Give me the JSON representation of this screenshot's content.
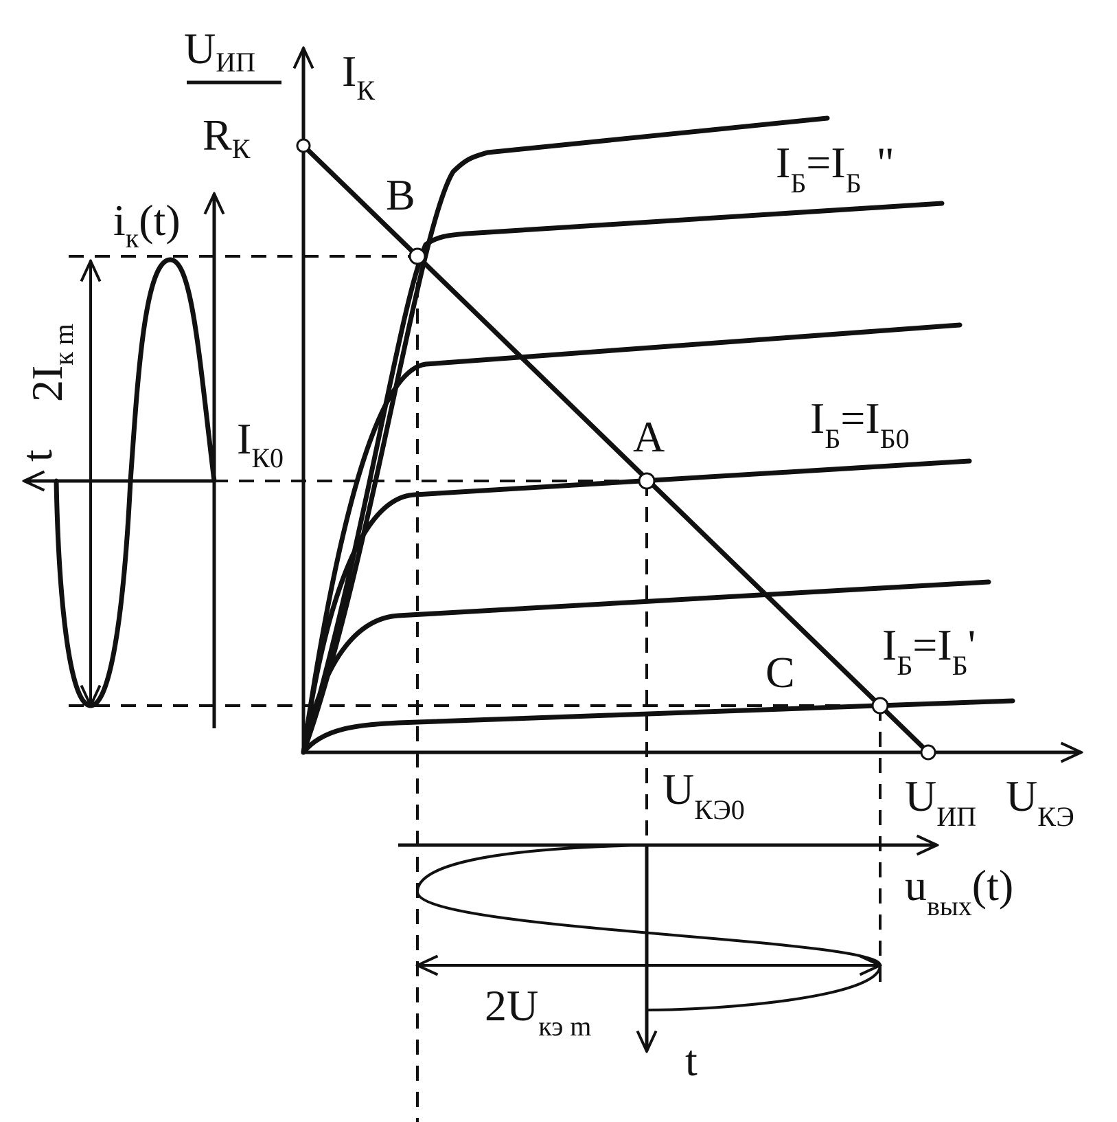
{
  "labels": {
    "uip_numerator_main": "U",
    "uip_numerator_sub": "ИП",
    "rk_denominator_main": "R",
    "rk_denominator_sub": "К",
    "ik_axis_main": "I",
    "ik_axis_sub": "К",
    "point_b": "B",
    "point_a": "A",
    "point_c": "C",
    "ib_top_main": "I",
    "ib_top_sub1": "Б",
    "ib_top_eq": "=I",
    "ib_top_sub2": "Б",
    "ib_top_prime": "\"",
    "ib_mid_main": "I",
    "ib_mid_sub1": "Б",
    "ib_mid_eq": "=I",
    "ib_mid_sub2": "Б0",
    "ib_low_main": "I",
    "ib_low_sub1": "Б",
    "ib_low_eq": "=I",
    "ib_low_sub2": "Б",
    "ib_low_prime": "'",
    "ik0_main": "I",
    "ik0_sub": "К0",
    "ik_t_main": "i",
    "ik_t_sub": "к",
    "ik_t_arg": "(t)",
    "two_ikm_main": "2I",
    "two_ikm_sub": "к m",
    "t_left": "t",
    "uke0_main": "U",
    "uke0_sub": "КЭ0",
    "uip_axis_main": "U",
    "uip_axis_sub": "ИП",
    "uke_axis_main": "U",
    "uke_axis_sub": "КЭ",
    "uvyx_main": "u",
    "uvyx_sub": "вых",
    "uvyx_arg": "(t)",
    "two_ukem_main": "2U",
    "two_ukem_sub": "кэ m",
    "t_bottom": "t"
  }
}
